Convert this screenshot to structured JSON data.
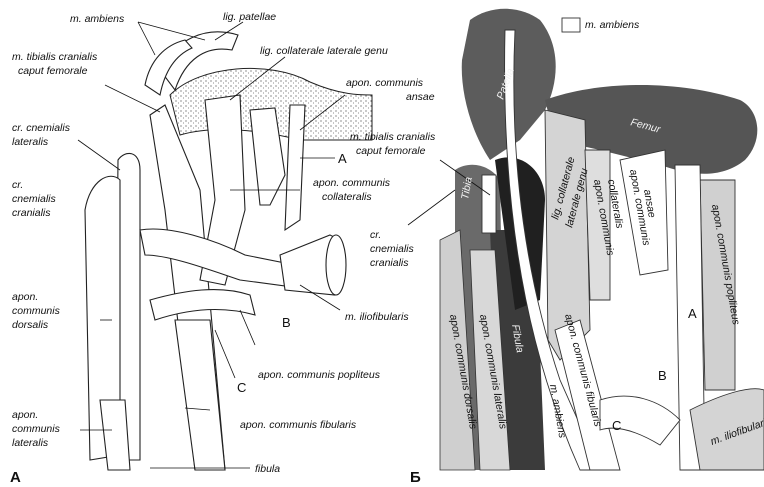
{
  "panel_a": {
    "panel_label": "А",
    "labels": {
      "m_ambiens": "m. ambiens",
      "lig_patellae": "lig. patellae",
      "m_tibialis_1": "m. tibialis cranialis",
      "m_tibialis_2": "caput femorale",
      "lig_coll": "lig. collaterale laterale genu",
      "apon_ansae_1": "apon. communis",
      "apon_ansae_2": "ansae",
      "cr_lat_1": "cr. cnemialis",
      "cr_lat_2": "lateralis",
      "letter_a": "A",
      "cr_cran_1": "cr.",
      "cr_cran_2": "cnemialis",
      "cr_cran_3": "cranialis",
      "apon_coll_1": "apon. communis",
      "apon_coll_2": "collateralis",
      "apon_dors_1": "apon.",
      "apon_dors_2": "communis",
      "apon_dors_3": "dorsalis",
      "m_iliofib": "m. iliofibularis",
      "letter_b": "B",
      "letter_c": "C",
      "apon_popl": "apon. communis popliteus",
      "apon_fib": "apon. communis fibularis",
      "apon_lat_1": "apon.",
      "apon_lat_2": "communis",
      "apon_lat_3": "lateralis",
      "fibula": "fibula"
    }
  },
  "panel_b": {
    "panel_label": "Б",
    "labels": {
      "m_ambiens": "m. ambiens",
      "patella": "Patella",
      "femur": "Femur",
      "m_tibialis_1": "m. tibialis cranialis",
      "m_tibialis_2": "caput femorale",
      "tibia": "Tibia",
      "lig_coll_1": "lig. collaterale",
      "lig_coll_2": "laterale genu",
      "apon_coll_1": "apon. communis",
      "apon_coll_2": "collateralis",
      "apon_ansae_1": "apon. communis",
      "apon_ansae_2": "ansae",
      "apon_popl": "apon. communis popliteus",
      "cr_cran_1": "cr.",
      "cr_cran_2": "cnemialis",
      "cr_cran_3": "cranialis",
      "letter_a": "A",
      "apon_dors": "apon. communis dorsalis",
      "apon_lat": "apon. communis lateralis",
      "fibula": "Fibula",
      "apon_fib": "apon. communis fibularis",
      "m_ambiens_2": "m. ambiens",
      "letter_b": "B",
      "letter_c": "C",
      "m_iliofib": "m. iliofibularis"
    }
  }
}
